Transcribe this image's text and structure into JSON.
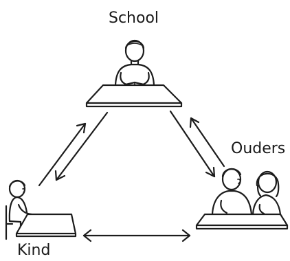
{
  "diagram": {
    "nodes": [
      {
        "id": "school",
        "label": "School"
      },
      {
        "id": "ouders",
        "label": "Ouders"
      },
      {
        "id": "kind",
        "label": "Kind"
      }
    ],
    "edges": [
      {
        "from": "school",
        "to": "kind",
        "direction": "both"
      },
      {
        "from": "school",
        "to": "ouders",
        "direction": "both"
      },
      {
        "from": "kind",
        "to": "ouders",
        "direction": "both"
      }
    ],
    "icons": {
      "school": "teacher-at-desk-icon",
      "ouders": "parents-at-table-icon",
      "kind": "child-at-desk-icon"
    }
  }
}
